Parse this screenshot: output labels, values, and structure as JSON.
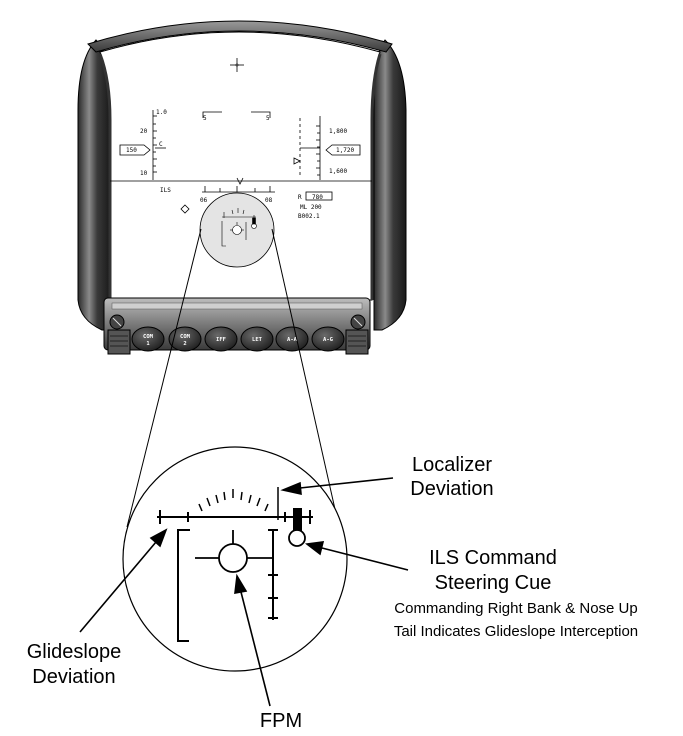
{
  "hud": {
    "pitch_top_label": "1.0",
    "speed_ticks": [
      "20",
      "10"
    ],
    "speed_c": "C",
    "speed_value": "150",
    "heading_left": "5",
    "heading_right": "5",
    "alt_ticks": [
      "1,800",
      "1,600"
    ],
    "alt_value": "1,720",
    "ils_label": "ILS",
    "scale_left": "06",
    "scale_right": "08",
    "radar_r": "R",
    "radar_value": "780",
    "ml_label": "ML  200",
    "waypoint": "B002.1",
    "nose_mark": "V"
  },
  "buttons": [
    {
      "line1": "COM",
      "line2": "1"
    },
    {
      "line1": "COM",
      "line2": "2"
    },
    {
      "line1": "IFF",
      "line2": ""
    },
    {
      "line1": "LET",
      "line2": ""
    },
    {
      "line1": "A-A",
      "line2": ""
    },
    {
      "line1": "A-G",
      "line2": ""
    }
  ],
  "callouts": {
    "localizer_line1": "Localizer",
    "localizer_line2": "Deviation",
    "ils_line1": "ILS Command",
    "ils_line2": "Steering Cue",
    "ils_sub1": "Commanding Right Bank & Nose Up",
    "ils_sub2": "Tail Indicates Glideslope Interception",
    "glideslope_line1": "Glideslope",
    "glideslope_line2": "Deviation",
    "fpm": "FPM"
  }
}
